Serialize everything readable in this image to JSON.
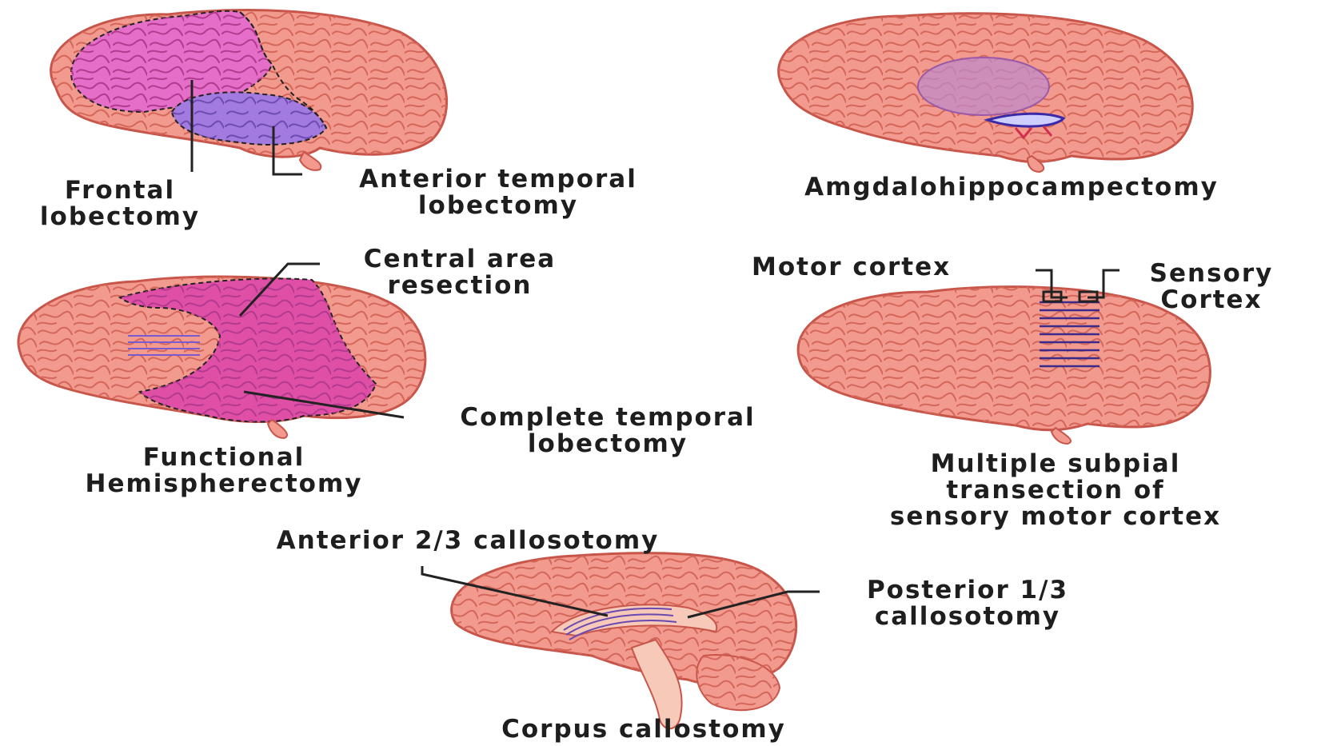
{
  "colors": {
    "brain_fill": "#f29a8e",
    "brain_outline": "#c8554a",
    "gyri_stroke": "#d66b5f",
    "frontal_resected": "#e56fc8",
    "temporal_resected": "#a27ae0",
    "hemi_resected": "#df4fa6",
    "amygdala_region": "#c08ac8",
    "label_text": "#1e1e1e",
    "leader_line": "#222222"
  },
  "labels": {
    "frontal_lobectomy": [
      "Frontal",
      "lobectomy"
    ],
    "anterior_temporal_lobectomy": [
      "Anterior temporal",
      "lobectomy"
    ],
    "amygdalohippocampectomy": [
      "Amgdalohippocampectomy"
    ],
    "central_area_resection": [
      "Central area",
      "resection"
    ],
    "motor_cortex": [
      "Motor cortex"
    ],
    "sensory_cortex": [
      "Sensory",
      "Cortex"
    ],
    "complete_temporal_lobectomy": [
      "Complete temporal",
      "lobectomy"
    ],
    "functional_hemispherectomy": [
      "Functional",
      "Hemispherectomy"
    ],
    "multiple_subpial_transection": [
      "Multiple subpial",
      "transection of",
      "sensory motor cortex"
    ],
    "anterior_callosotomy": [
      "Anterior 2/3 callosotomy"
    ],
    "posterior_callosotomy": [
      "Posterior 1/3",
      "callosotomy"
    ],
    "corpus_callostomy": [
      "Corpus callostomy"
    ]
  }
}
